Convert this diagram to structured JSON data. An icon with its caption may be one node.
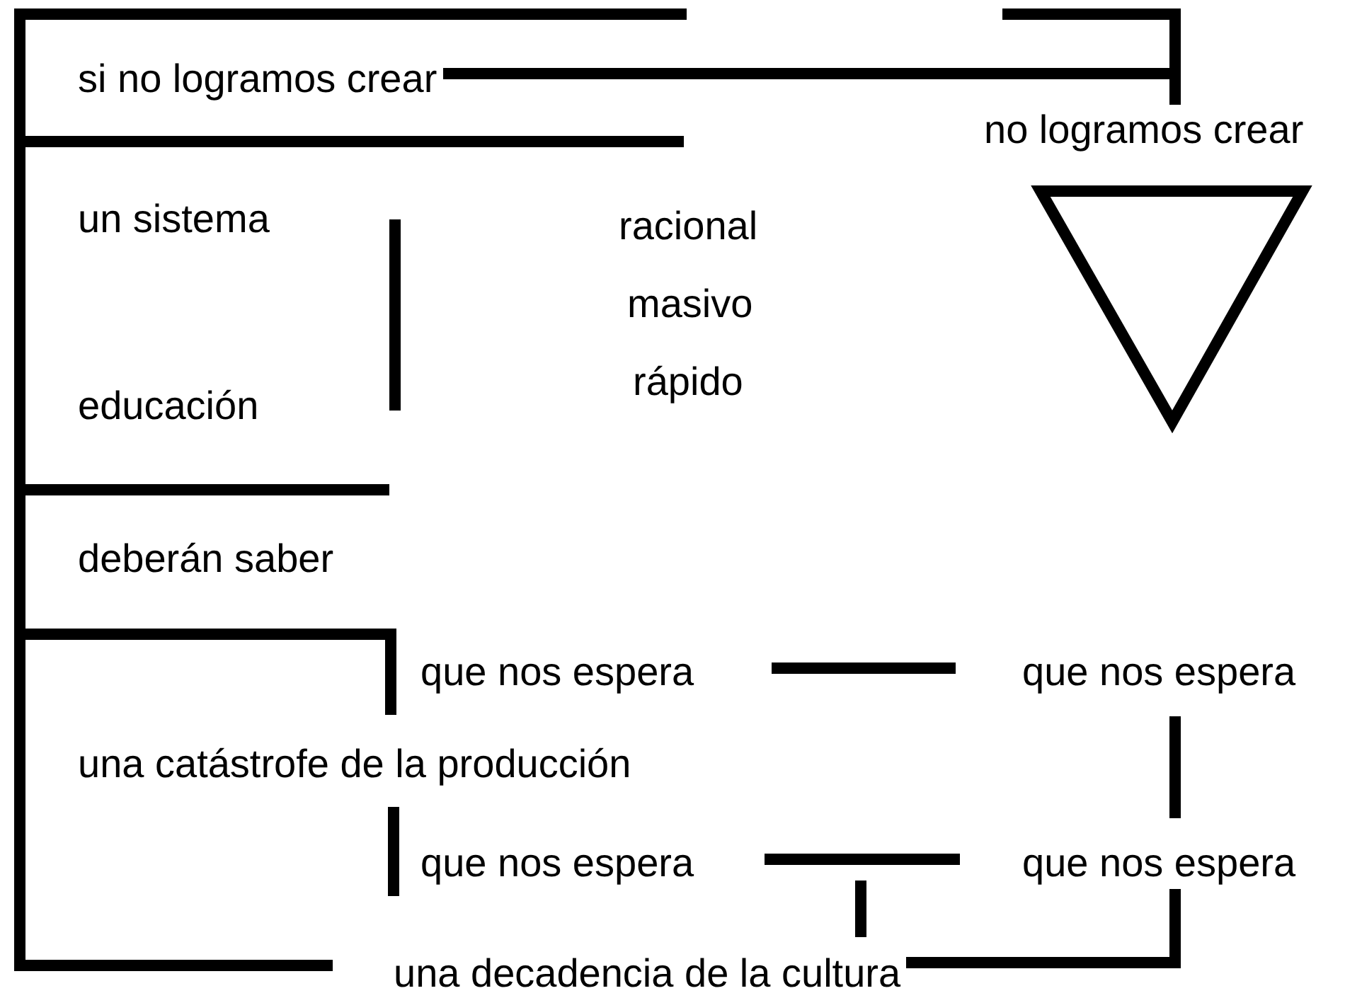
{
  "diagram": {
    "nodes": [
      {
        "text": [
          "si no logramos crear"
        ]
      },
      {
        "text": [
          "no logramos crear"
        ]
      },
      {
        "text": [],
        "shape": "triangle"
      },
      {
        "text": [
          "que nos espera"
        ]
      },
      {
        "text": [
          "que nos espera"
        ]
      },
      {
        "text": [
          "que nos espera"
        ]
      },
      {
        "text": [
          "que nos espera"
        ]
      },
      {
        "text": [
          "una decadencia de la cultura"
        ]
      }
    ],
    "edges": [
      {
        "from": 0,
        "to": 1,
        "arrow": "none"
      },
      {
        "from": 3,
        "to": 4,
        "arrow": "none"
      },
      {
        "from": 4,
        "to": 6,
        "arrow": "none"
      },
      {
        "from": 5,
        "to": 6,
        "arrow": "none"
      },
      {
        "from": 6,
        "to": 7,
        "arrow": "none"
      }
    ],
    "labels": [
      "un sistema",
      "racional",
      "masivo",
      "rápido",
      "educación",
      "deberán saber",
      "una catástrofe de la producción"
    ]
  }
}
